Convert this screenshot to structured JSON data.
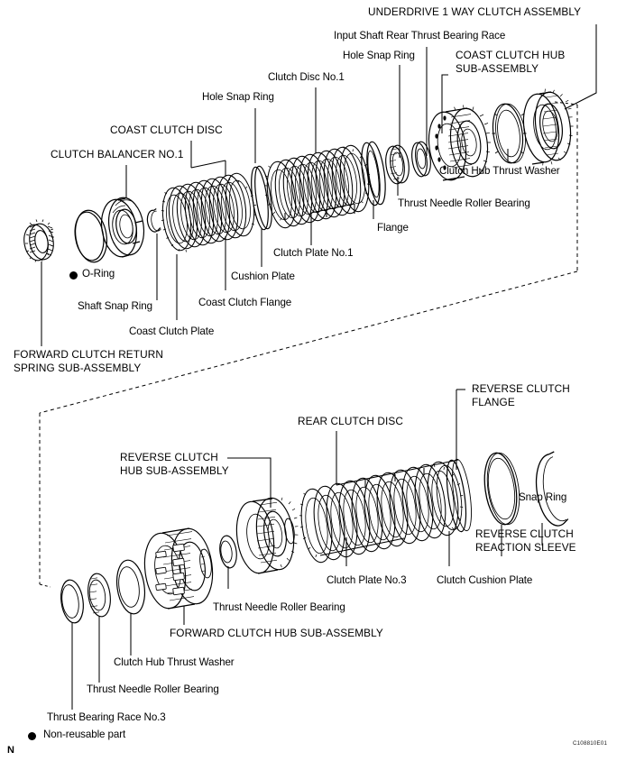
{
  "document": {
    "figure_code": "C108810E01",
    "corner_mark": "N",
    "legend": {
      "symbol": "filled-circle",
      "text": "Non-reusable part"
    }
  },
  "upper_assembly": {
    "labels": [
      {
        "id": "underdrive-1-way-clutch-assembly",
        "text": "UNDERDRIVE 1 WAY CLUTCH ASSEMBLY",
        "style": "caps"
      },
      {
        "id": "input-shaft-rear-thrust-bearing-race",
        "text": "Input Shaft Rear Thrust Bearing Race",
        "style": "mixed"
      },
      {
        "id": "hole-snap-ring-upper-right",
        "text": "Hole Snap Ring",
        "style": "mixed"
      },
      {
        "id": "coast-clutch-hub-sub-assembly-line1",
        "text": "COAST CLUTCH HUB",
        "style": "caps"
      },
      {
        "id": "coast-clutch-hub-sub-assembly-line2",
        "text": "SUB-ASSEMBLY",
        "style": "caps"
      },
      {
        "id": "clutch-disc-no1",
        "text": "Clutch Disc No.1",
        "style": "mixed"
      },
      {
        "id": "hole-snap-ring-left",
        "text": "Hole Snap Ring",
        "style": "mixed"
      },
      {
        "id": "coast-clutch-disc",
        "text": "COAST CLUTCH DISC",
        "style": "caps"
      },
      {
        "id": "clutch-balancer-no1",
        "text": "CLUTCH BALANCER NO.1",
        "style": "caps"
      },
      {
        "id": "clutch-hub-thrust-washer-upper",
        "text": "Clutch Hub Thrust Washer",
        "style": "mixed"
      },
      {
        "id": "thrust-needle-roller-bearing-upper",
        "text": "Thrust Needle Roller Bearing",
        "style": "mixed"
      },
      {
        "id": "flange",
        "text": "Flange",
        "style": "mixed"
      },
      {
        "id": "clutch-plate-no1",
        "text": "Clutch Plate No.1",
        "style": "mixed"
      },
      {
        "id": "cushion-plate",
        "text": "Cushion Plate",
        "style": "mixed"
      },
      {
        "id": "coast-clutch-flange",
        "text": "Coast Clutch Flange",
        "style": "mixed"
      },
      {
        "id": "coast-clutch-plate",
        "text": "Coast Clutch Plate",
        "style": "mixed"
      },
      {
        "id": "shaft-snap-ring",
        "text": "Shaft Snap Ring",
        "style": "mixed"
      },
      {
        "id": "o-ring",
        "text": "O-Ring",
        "style": "mixed",
        "marker": "filled-circle"
      },
      {
        "id": "forward-clutch-return-spring-line1",
        "text": "FORWARD CLUTCH RETURN",
        "style": "caps"
      },
      {
        "id": "forward-clutch-return-spring-line2",
        "text": "SPRING SUB-ASSEMBLY",
        "style": "caps"
      }
    ]
  },
  "lower_assembly": {
    "labels": [
      {
        "id": "reverse-clutch-flange-line1",
        "text": "REVERSE CLUTCH",
        "style": "caps"
      },
      {
        "id": "reverse-clutch-flange-line2",
        "text": "FLANGE",
        "style": "caps"
      },
      {
        "id": "rear-clutch-disc",
        "text": "REAR CLUTCH DISC",
        "style": "caps"
      },
      {
        "id": "reverse-clutch-hub-line1",
        "text": "REVERSE CLUTCH",
        "style": "caps"
      },
      {
        "id": "reverse-clutch-hub-line2",
        "text": "HUB SUB-ASSEMBLY",
        "style": "caps"
      },
      {
        "id": "snap-ring",
        "text": "Snap Ring",
        "style": "mixed"
      },
      {
        "id": "reverse-clutch-reaction-sleeve-line1",
        "text": "REVERSE CLUTCH",
        "style": "caps"
      },
      {
        "id": "reverse-clutch-reaction-sleeve-line2",
        "text": "REACTION SLEEVE",
        "style": "caps"
      },
      {
        "id": "clutch-plate-no3",
        "text": "Clutch Plate No.3",
        "style": "mixed"
      },
      {
        "id": "clutch-cushion-plate",
        "text": "Clutch Cushion Plate",
        "style": "mixed"
      },
      {
        "id": "thrust-needle-roller-bearing-mid",
        "text": "Thrust Needle Roller Bearing",
        "style": "mixed"
      },
      {
        "id": "forward-clutch-hub-sub-assembly",
        "text": "FORWARD CLUTCH HUB SUB-ASSEMBLY",
        "style": "caps"
      },
      {
        "id": "clutch-hub-thrust-washer-lower",
        "text": "Clutch Hub Thrust Washer",
        "style": "mixed"
      },
      {
        "id": "thrust-needle-roller-bearing-lower",
        "text": "Thrust Needle Roller Bearing",
        "style": "mixed"
      },
      {
        "id": "thrust-bearing-race-no3",
        "text": "Thrust Bearing Race No.3",
        "style": "mixed"
      }
    ]
  },
  "colors": {
    "line": "#000000",
    "background": "#ffffff",
    "text": "#000000"
  }
}
